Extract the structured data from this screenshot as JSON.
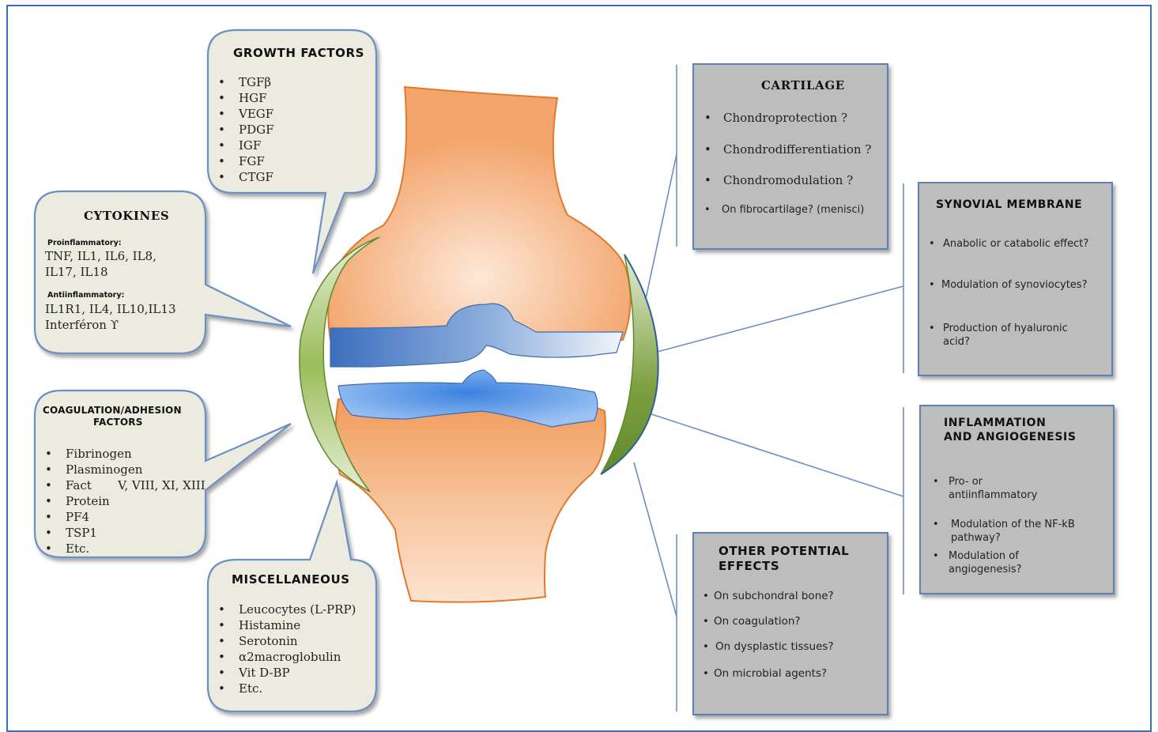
{
  "growth_factors": {
    "title": "GROWTH FACTORS",
    "items": [
      "TGFβ",
      "HGF",
      "VEGF",
      "PDGF",
      "IGF",
      "FGF",
      "CTGF"
    ]
  },
  "cytokines": {
    "title": "CYTOKINES",
    "pro_label": "Proinflammatory:",
    "pro_lines": [
      "TNF, IL1, IL6, IL8,",
      "IL17, IL18"
    ],
    "anti_label": "Antiinflammatory:",
    "anti_lines": [
      "IL1R1, IL4, IL10,IL13",
      "Interféron ϒ"
    ]
  },
  "coagulation": {
    "title_line1": "COAGULATION/ADHESION",
    "title_line2": "FACTORS",
    "items": [
      "Fibrinogen",
      "Plasminogen",
      "Fact       V, VIII, XI, XIII",
      "Protein",
      "PF4",
      "TSP1",
      "Etc."
    ]
  },
  "miscellaneous": {
    "title": "MISCELLANEOUS",
    "items": [
      "Leucocytes (L-PRP)",
      "Histamine",
      "Serotonin",
      "α2macroglobulin",
      "Vit D-BP",
      "Etc."
    ]
  },
  "cartilage": {
    "title": "CARTILAGE",
    "items": [
      "Chondroprotection ?",
      "Chondrodifferentiation ?",
      "Chondromodulation ?",
      "On fibrocartilage? (menisci)"
    ]
  },
  "synovial": {
    "title": "SYNOVIAL MEMBRANE",
    "items": [
      "Anabolic or catabolic effect?",
      "Modulation of synoviocytes?",
      "Production of hyaluronic acid?"
    ]
  },
  "inflammation": {
    "title_line1": "INFLAMMATION",
    "title_line2": "AND ANGIOGENESIS",
    "items": [
      "Pro- or antiinflammatory",
      "Modulation of the NF-kB pathway?",
      "Modulation of angiogenesis?"
    ]
  },
  "other": {
    "title_line1": "OTHER POTENTIAL",
    "title_line2": "EFFECTS",
    "items": [
      "On subchondral bone?",
      "On coagulation?",
      "On dysplastic tissues?",
      "On microbial agents?"
    ]
  },
  "colors": {
    "bubble_fill": "#ecebe0",
    "bubble_stroke": "#6c8fc4",
    "gray_box": "#bdbdbd",
    "bone": "#f3a46b",
    "cartilage_blue": "#4a7cc7",
    "meniscus_green": "#7fa445",
    "frame": "#3a6fb5"
  }
}
